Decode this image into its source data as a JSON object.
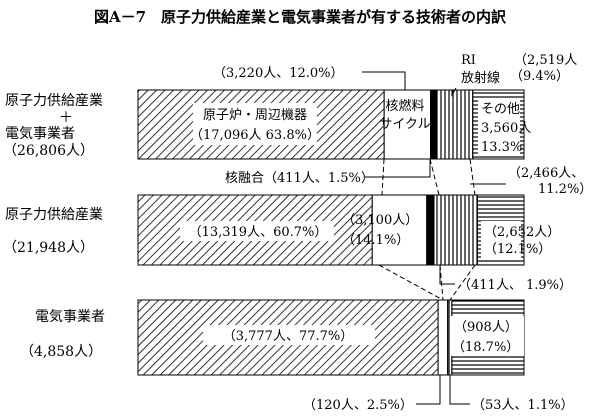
{
  "chart_data": {
    "type": "bar",
    "stacked": true,
    "orientation": "horizontal",
    "title": "図A－7　原子力供給産業と電気事業者が有する技術者の内訳",
    "unit": "人",
    "categories": [
      {
        "name": "原子力供給産業\n＋\n電気事業者",
        "total": "（26,806人）"
      },
      {
        "name": "原子力供給産業",
        "total": "（21,948人）"
      },
      {
        "name": "電気事業者",
        "total": "（4,858人）"
      }
    ],
    "series": [
      {
        "name": "原子炉・周辺機器",
        "values": [
          17096,
          13319,
          3777
        ],
        "percent": [
          63.8,
          60.7,
          77.7
        ],
        "color": "#000000",
        "pattern": "diagonal"
      },
      {
        "name": "核燃料サイクル",
        "values": [
          3220,
          3100,
          120
        ],
        "percent": [
          12.0,
          14.1,
          2.5
        ],
        "color": "#ffffff",
        "pattern": "blank"
      },
      {
        "name": "核融合",
        "values": [
          411,
          411,
          0
        ],
        "percent": [
          1.5,
          1.9,
          0
        ],
        "color": "#000000",
        "pattern": "solid"
      },
      {
        "name": "RI放射線",
        "values": [
          2519,
          2466,
          53
        ],
        "percent": [
          9.4,
          11.2,
          1.1
        ],
        "color": "#000000",
        "pattern": "vertical"
      },
      {
        "name": "その他",
        "values": [
          3560,
          2652,
          908
        ],
        "percent": [
          13.3,
          12.1,
          18.7
        ],
        "color": "#000000",
        "pattern": "horizontal"
      }
    ],
    "labels": {
      "title_main": "図A－7　原子力供給産業と電気事業者が有する技術者の内訳",
      "row0": {
        "name_1": "原子力供給産業",
        "name_2": "＋",
        "name_3": "電気事業者",
        "total": "（26,806人）",
        "reactor_1": "原子炉・周辺機器",
        "reactor_2": "（17,096人 63.8%）",
        "fuel_1": "核燃料",
        "fuel_2": "サイクル",
        "fuel_value": "（3,220人、12.0%）",
        "ri_1": "RI",
        "ri_2": "放射線",
        "ri_value_1": "（2,519人",
        "ri_value_2": "（9.4%）",
        "other_1": "その他",
        "other_2": "3,560人",
        "other_3": "13.3%",
        "fusion": "核融合（411人、1.5%）"
      },
      "row1": {
        "name": "原子力供給産業",
        "total": "（21,948人）",
        "reactor": "（13,319人、60.7%）",
        "fuel_1": "（3,100人）",
        "fuel_2": "（14.1%）",
        "ri_1": "（2,466人、",
        "ri_2": "11.2%）",
        "other_1": "（2,652人）",
        "other_2": "（12.1%）",
        "fusion": "（411人、 1.9%）"
      },
      "row2": {
        "name": "電気事業者",
        "total": "（4,858人）",
        "reactor": "（3,777人、77.7%）",
        "other_1": "（908人）",
        "other_2": "（18.7%）",
        "fuel": "（120人、2.5%）",
        "ri": "（53人、1.1%）"
      }
    }
  }
}
